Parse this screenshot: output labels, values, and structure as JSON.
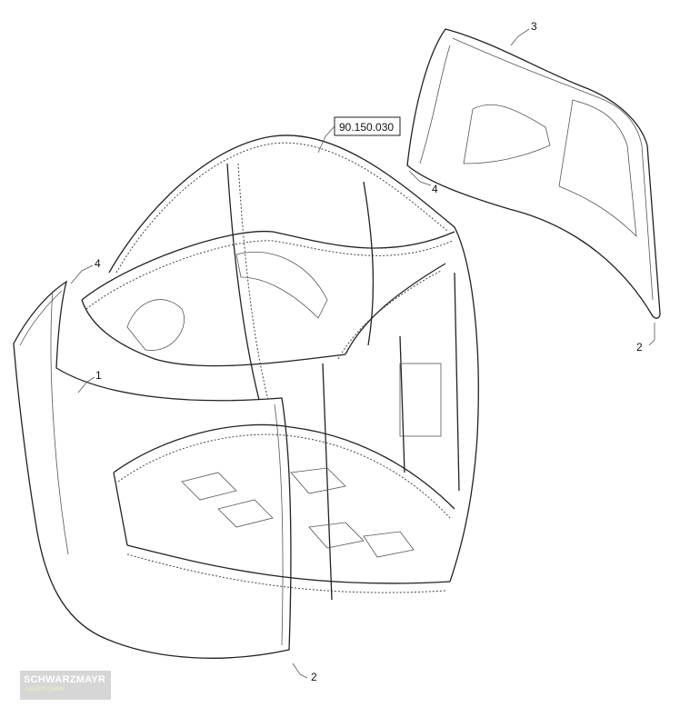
{
  "diagram": {
    "reference_box": "90.150.030",
    "callouts": [
      {
        "id": "label-1",
        "text": "1"
      },
      {
        "id": "label-2-right",
        "text": "2"
      },
      {
        "id": "label-2-bottom",
        "text": "2"
      },
      {
        "id": "label-3",
        "text": "3"
      },
      {
        "id": "label-4-right",
        "text": "4"
      },
      {
        "id": "label-4-left",
        "text": "4"
      }
    ]
  },
  "watermark": {
    "name": "SCHWARZMAYR",
    "sub": "LANDTECHNIK"
  }
}
